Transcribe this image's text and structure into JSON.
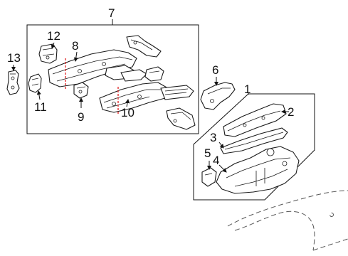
{
  "callouts": {
    "c1": "1",
    "c2": "2",
    "c3": "3",
    "c4": "4",
    "c5": "5",
    "c6": "6",
    "c7": "7",
    "c8": "8",
    "c9": "9",
    "c10": "10",
    "c11": "11",
    "c12": "12",
    "c13": "13"
  },
  "colors": {
    "line": "#1a1a1a",
    "weld_mark": "#e02020",
    "background": "#ffffff"
  }
}
